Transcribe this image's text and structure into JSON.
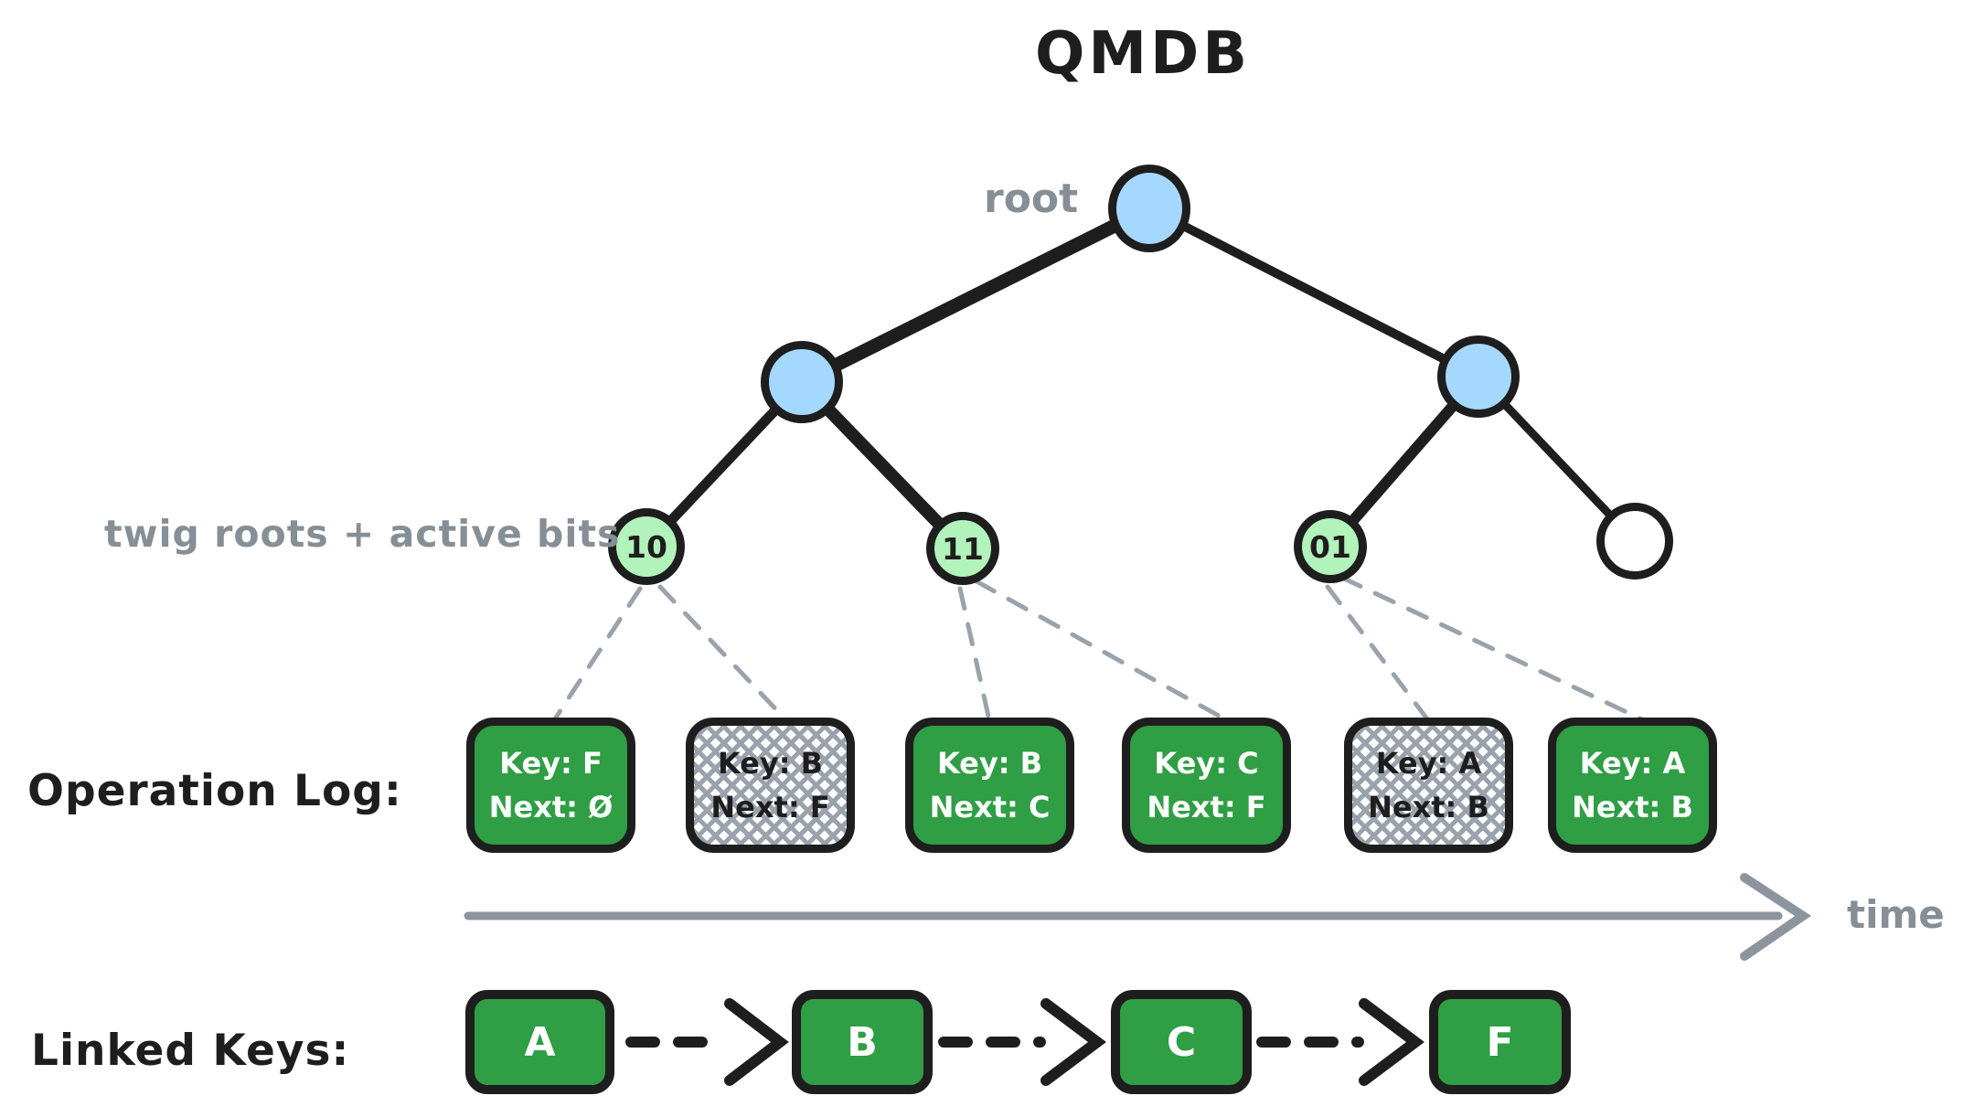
{
  "title": "QMDB",
  "colors": {
    "node_blue": "#a5d8ff",
    "node_green": "#b2f2bb",
    "box_green": "#2f9e44",
    "stroke_dark": "#1e1e1e",
    "gray": "#868e96"
  },
  "tree": {
    "root_label": "root",
    "twig_label": "twig roots + active bits",
    "leaves": [
      {
        "label": "10"
      },
      {
        "label": "11"
      },
      {
        "label": "01"
      },
      {
        "label": ""
      }
    ]
  },
  "operation_log": {
    "label": "Operation Log:",
    "entries": [
      {
        "key": "Key: F",
        "next": "Next: Ø",
        "style": "green"
      },
      {
        "key": "Key: B",
        "next": "Next: F",
        "style": "hatched"
      },
      {
        "key": "Key: B",
        "next": "Next: C",
        "style": "green"
      },
      {
        "key": "Key: C",
        "next": "Next: F",
        "style": "green"
      },
      {
        "key": "Key: A",
        "next": "Next: B",
        "style": "hatched"
      },
      {
        "key": "Key: A",
        "next": "Next: B",
        "style": "green"
      }
    ],
    "time_label": "time"
  },
  "linked_keys": {
    "label": "Linked Keys:",
    "keys": [
      "A",
      "B",
      "C",
      "F"
    ]
  }
}
